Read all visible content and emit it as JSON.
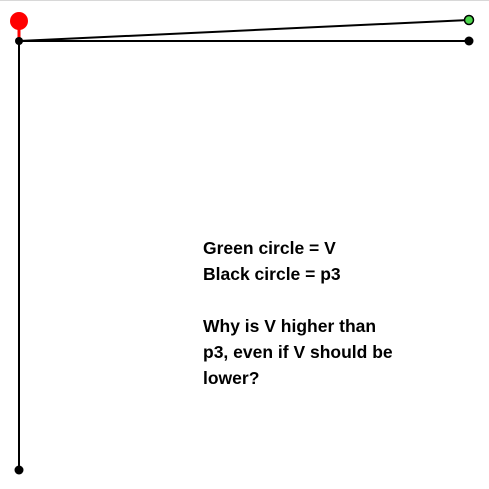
{
  "colors": {
    "background": "#ffffff",
    "line": "#000000",
    "v_point": "#4cd64c",
    "handle": "#ff0000"
  },
  "annotation": {
    "line1": "Green circle = V",
    "line2": "Black circle = p3",
    "question_line1": "Why is V higher than",
    "question_line2": "p3, even if V should be",
    "question_line3": "lower?"
  }
}
